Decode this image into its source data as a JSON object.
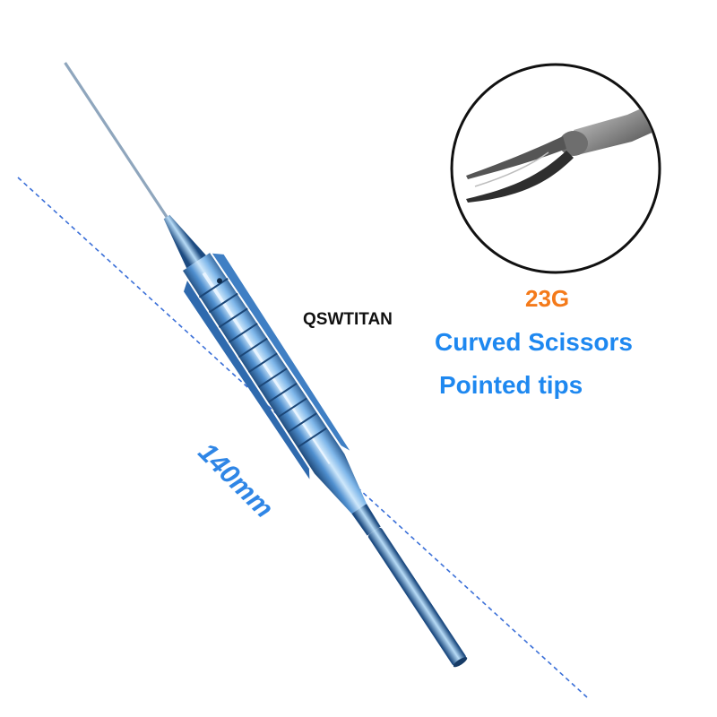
{
  "product": {
    "brand": "QSWTITAN",
    "length": "140mm",
    "gauge": "23G",
    "description_line1": "Curved Scissors",
    "description_line2": "Pointed tips"
  },
  "colors": {
    "dimension_line": "#3a6fd8",
    "dimension_text": "#2f86e6",
    "gauge_text": "#f47a1a",
    "description_text": "#1e88f0",
    "brand_text": "#111111",
    "instrument_body": "#4f8fcf",
    "instrument_dark": "#1f4f86",
    "instrument_light": "#a9d3f5"
  }
}
